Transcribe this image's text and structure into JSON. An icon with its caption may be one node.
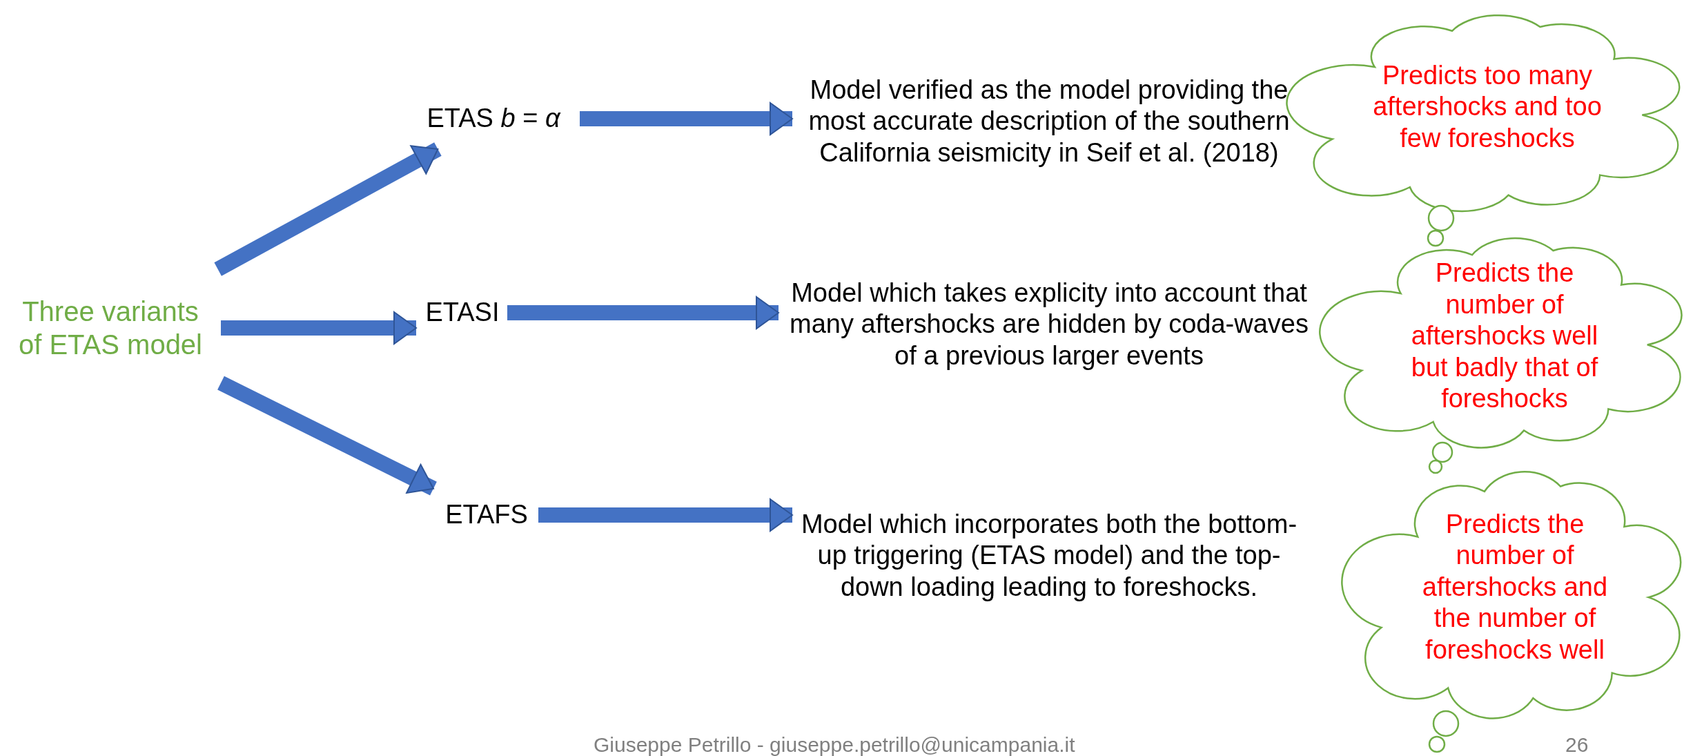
{
  "diagram": {
    "nodes": [
      {
        "text": [
          "Three variants of ETAS model"
        ]
      },
      {
        "text": [
          "ETAS *b* = *α*"
        ]
      },
      {
        "text": [
          "ETASI"
        ]
      },
      {
        "text": [
          "ETAFS"
        ]
      },
      {
        "text": [
          "Model verified as the model providing the most accurate description of the southern California seismicity in Seif et al. (2018)"
        ]
      },
      {
        "text": [
          "Model which takes explicity into account that many aftershocks are hidden by coda-waves of a previous larger events"
        ]
      },
      {
        "text": [
          "Model which incorporates both the bottom-up triggering (ETAS model) and the top-down loading leading to foreshocks."
        ]
      },
      {
        "text": [
          "Predicts too many aftershocks and too few foreshocks"
        ]
      },
      {
        "text": [
          "Predicts the number of aftershocks well but badly that of foreshocks"
        ]
      },
      {
        "text": [
          "Predicts the number of aftershocks and the number of foreshocks well"
        ]
      }
    ],
    "edges": [
      {
        "from": 0,
        "to": 1,
        "arrow": "to"
      },
      {
        "from": 0,
        "to": 2,
        "arrow": "to"
      },
      {
        "from": 0,
        "to": 3,
        "arrow": "to"
      },
      {
        "from": 1,
        "to": 4,
        "arrow": "to"
      },
      {
        "from": 2,
        "to": 5,
        "arrow": "to"
      },
      {
        "from": 3,
        "to": 6,
        "arrow": "to"
      }
    ],
    "labels": [
      "Giuseppe Petrillo - giuseppe.petrillo@unicampania.it",
      "26"
    ]
  }
}
